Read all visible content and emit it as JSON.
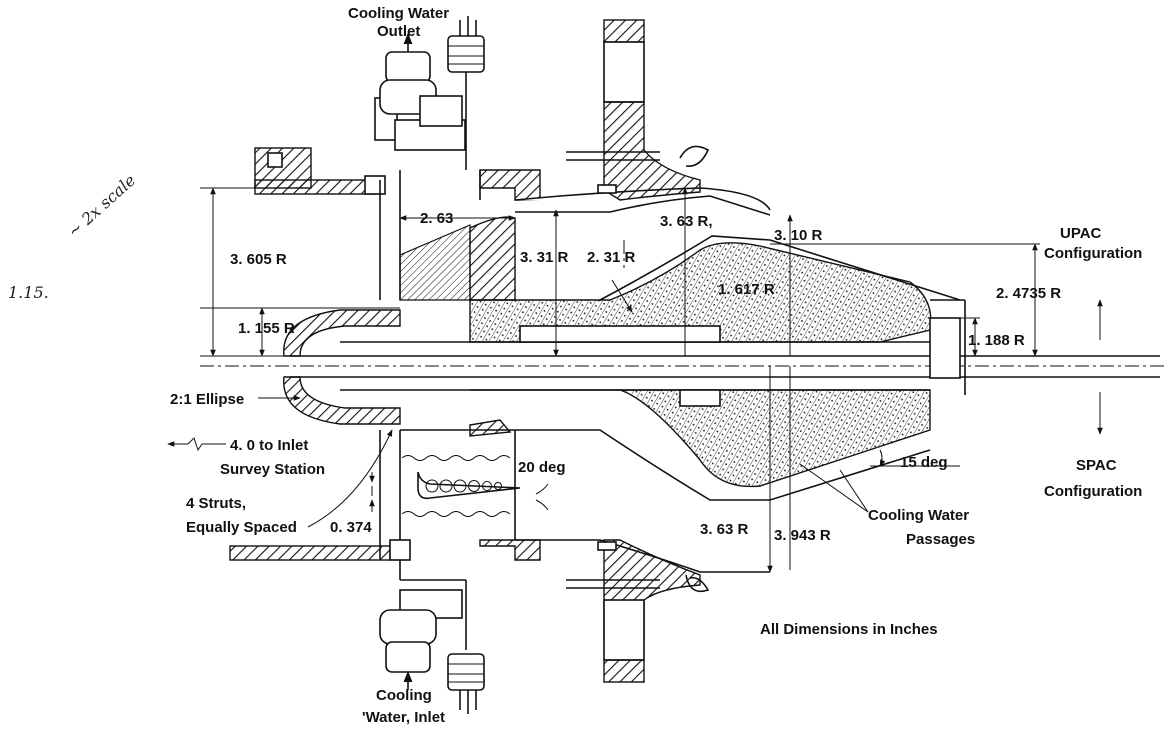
{
  "labels": {
    "cooling_water_outlet_1": "Cooling Water",
    "cooling_water_outlet_2": "Outlet",
    "cooling_water_inlet_1": "Cooling",
    "cooling_water_inlet_2": "'Water, Inlet",
    "dim_2_63": "2. 63",
    "dim_3_605r": "3. 605 R",
    "dim_3_31r": "3. 31 R",
    "dim_2_31r": "2. 31 R",
    "dim_3_63r_top": "3. 63 R,",
    "dim_3_10r": "3. 10 R",
    "dim_1_617r": "1. 617 R",
    "dim_1_155r": "1. 155 R",
    "dim_1_188r": "1. 188 R",
    "dim_2_4735r": "2. 4735 R",
    "upac_1": "UPAC",
    "upac_2": "Configuration",
    "spac_1": "SPAC",
    "spac_2": "Configuration",
    "ellipse": "2:1 Ellipse",
    "inlet_station_1": "4. 0 to Inlet",
    "inlet_station_2": "Survey Station",
    "struts_1": "4 Struts,",
    "struts_2": "Equally Spaced",
    "dim_0_374": "0. 374",
    "angle_20": "20 deg",
    "angle_15": "15 deg",
    "dim_3_63r_bottom": "3. 63 R",
    "dim_3_943r": "3. 943 R",
    "passages_1": "Cooling Water",
    "passages_2": "Passages",
    "units_note": "All Dimensions in Inches"
  },
  "handwriting": {
    "scale_note": "~ 2x scale",
    "margin_number": "1.15."
  }
}
